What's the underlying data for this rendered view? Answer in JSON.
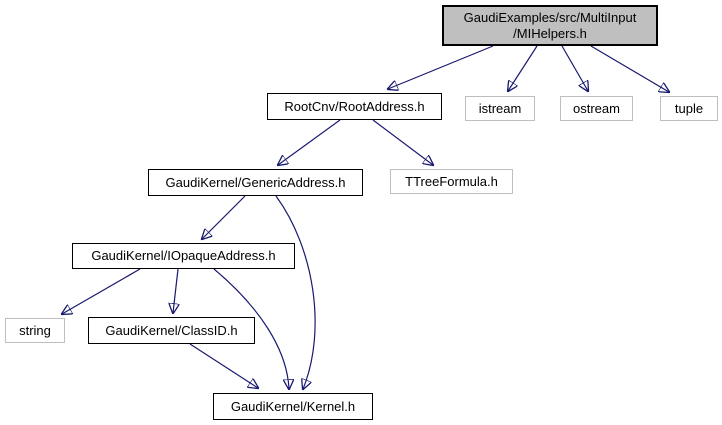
{
  "graph": {
    "type": "include-dependency-graph",
    "colors": {
      "edge": "#191970",
      "root_fill": "#bfbfbf",
      "node_fill": "#ffffff",
      "linked_border": "#000000",
      "external_border": "#bebebe",
      "text": "#000000",
      "background": "#ffffff"
    },
    "nodes": {
      "mihelpers": {
        "label_line1": "GaudiExamples/src/MultiInput",
        "label_line2": "/MIHelpers.h",
        "kind": "root"
      },
      "rootaddress": {
        "label": "RootCnv/RootAddress.h",
        "kind": "linked"
      },
      "istream": {
        "label": "istream",
        "kind": "external"
      },
      "ostream": {
        "label": "ostream",
        "kind": "external"
      },
      "tuple": {
        "label": "tuple",
        "kind": "external"
      },
      "genericaddress": {
        "label": "GaudiKernel/GenericAddress.h",
        "kind": "linked"
      },
      "ttreeformula": {
        "label": "TTreeFormula.h",
        "kind": "external"
      },
      "iopaqueaddress": {
        "label": "GaudiKernel/IOpaqueAddress.h",
        "kind": "linked"
      },
      "string": {
        "label": "string",
        "kind": "external"
      },
      "classid": {
        "label": "GaudiKernel/ClassID.h",
        "kind": "linked"
      },
      "kernel": {
        "label": "GaudiKernel/Kernel.h",
        "kind": "linked"
      }
    },
    "edges": [
      {
        "from": "mihelpers",
        "to": "rootaddress"
      },
      {
        "from": "mihelpers",
        "to": "istream"
      },
      {
        "from": "mihelpers",
        "to": "ostream"
      },
      {
        "from": "mihelpers",
        "to": "tuple"
      },
      {
        "from": "rootaddress",
        "to": "genericaddress"
      },
      {
        "from": "rootaddress",
        "to": "ttreeformula"
      },
      {
        "from": "genericaddress",
        "to": "iopaqueaddress"
      },
      {
        "from": "genericaddress",
        "to": "kernel"
      },
      {
        "from": "iopaqueaddress",
        "to": "string"
      },
      {
        "from": "iopaqueaddress",
        "to": "classid"
      },
      {
        "from": "iopaqueaddress",
        "to": "kernel"
      },
      {
        "from": "classid",
        "to": "kernel"
      }
    ]
  }
}
